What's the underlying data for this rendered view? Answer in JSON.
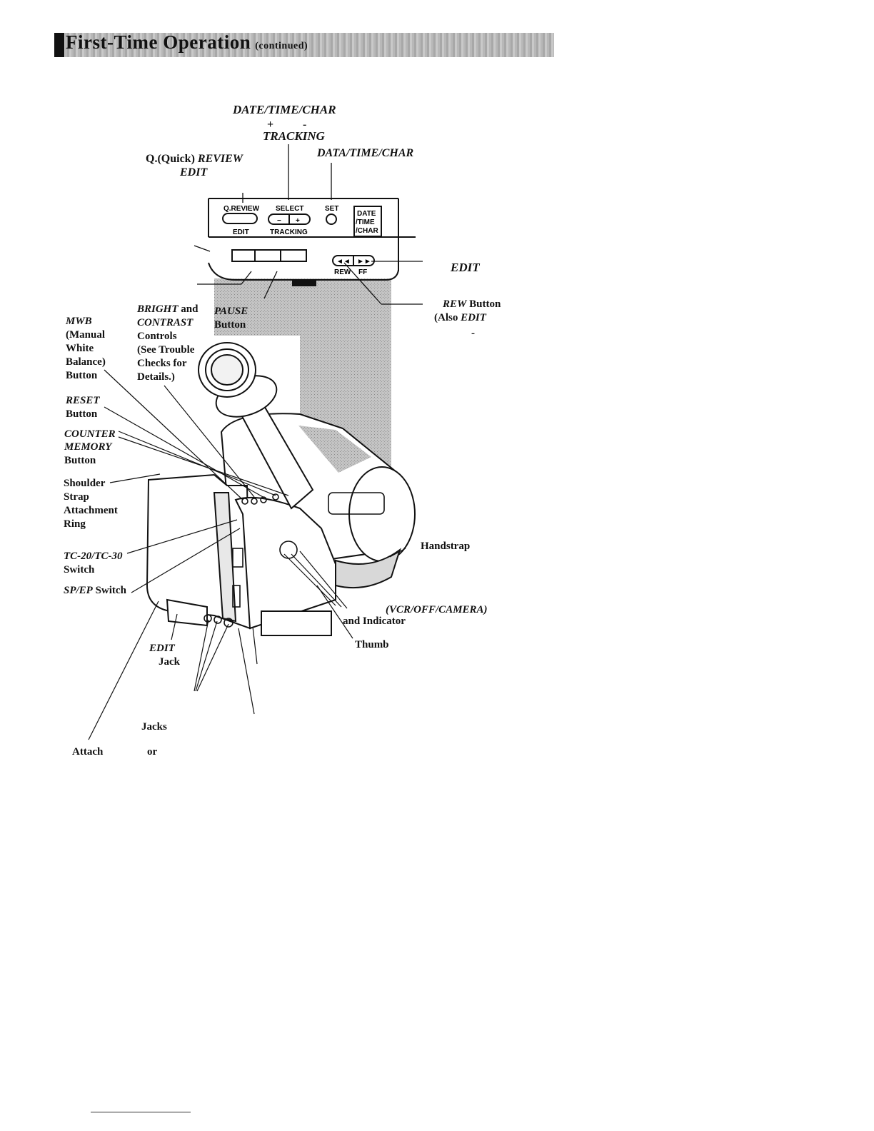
{
  "header": {
    "title": "First-Time Operation",
    "subtitle": "(continued)"
  },
  "top_labels": {
    "date_time_char_top": "DATE/TIME/CHAR",
    "plus": "+",
    "minus": "-",
    "tracking": "TRACKING",
    "quick_review": "Q.(Quick)",
    "review": "REVIEW",
    "edit_under_review": "EDIT",
    "date_time_char_right": "DATA/TIME/CHAR",
    "edit_right": "EDIT"
  },
  "panel": {
    "q_review": "Q.REVIEW",
    "edit": "EDIT",
    "select": "SELECT",
    "tracking": "TRACKING",
    "set": "SET",
    "date": "DATE",
    "time": "/TIME",
    "char": "/CHAR",
    "rew": "REW",
    "ff": "FF",
    "minus_sign": "−",
    "plus_sign": "+",
    "rew_glyph": "◄◄",
    "ff_glyph": "►►"
  },
  "callouts": {
    "rew_button_italic": "REW",
    "rew_button_plain": "Button",
    "also_plain": "(Also",
    "also_edit": "EDIT",
    "dash": "-",
    "bright": "BRIGHT",
    "and": "and",
    "contrast": "CONTRAST",
    "controls": "Controls",
    "see_trouble": "(See Trouble",
    "checks_for": "Checks for",
    "details": "Details.)",
    "pause": "PAUSE",
    "pause_button": "Button",
    "mwb": "MWB",
    "manual": "(Manual",
    "white": "White",
    "balance": "Balance)",
    "mwb_button": "Button",
    "reset": "RESET",
    "reset_button": "Button",
    "counter": "COUNTER",
    "memory": "MEMORY",
    "counter_button": "Button",
    "shoulder": "Shoulder",
    "strap": "Strap",
    "attachment": "Attachment",
    "ring": "Ring",
    "tc_switch_italic": "TC-20/TC-30",
    "tc_switch_plain": "Switch",
    "spep_italic": "SP/EP",
    "spep_plain": "Switch",
    "handstrap": "Handstrap",
    "vcr_off_camera": "(VCR/OFF/CAMERA)",
    "and_indicator": "and Indicator",
    "thumb": "Thumb",
    "edit_jack_italic": "EDIT",
    "edit_jack_plain": "Jack",
    "jacks": "Jacks",
    "attach": "Attach",
    "or": "or"
  },
  "colors": {
    "ink": "#111111",
    "screen_tone": "#b9b9b9",
    "header_band": "#b8b8b8"
  }
}
